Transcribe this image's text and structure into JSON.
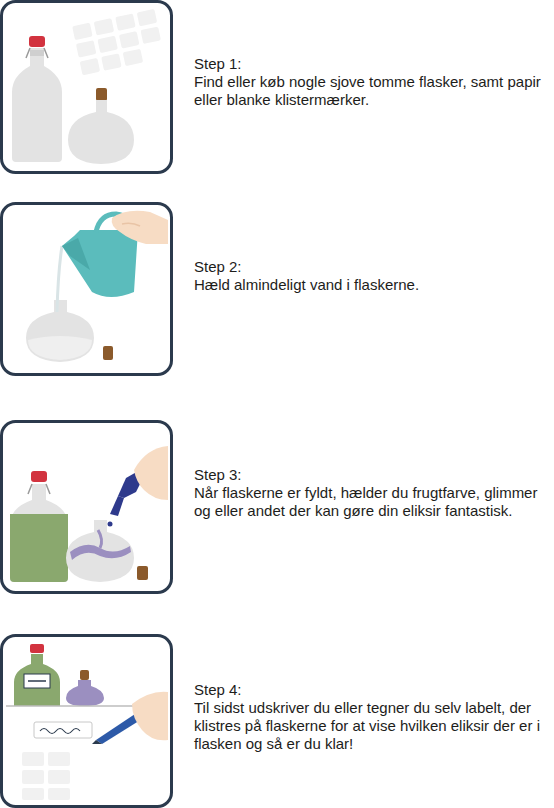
{
  "diagram": {
    "labels": [
      "Step 1:",
      "Find eller køb nogle sjove tomme flasker, samt papir eller blanke klistermærker.",
      "Step 2:",
      "Hæld almindeligt vand i flaskerne.",
      "Step 3:",
      "Når flaskerne er fyldt, hælder du frugtfarve, glimmer og eller andet der kan gøre din eliksir fantastisk.",
      "Step 4:",
      "Til sidst udskriver du eller tegner du selv labelt, der klistres på flaskerne for at vise hvilken eliksir der er i flasken og så er du klar!"
    ]
  }
}
